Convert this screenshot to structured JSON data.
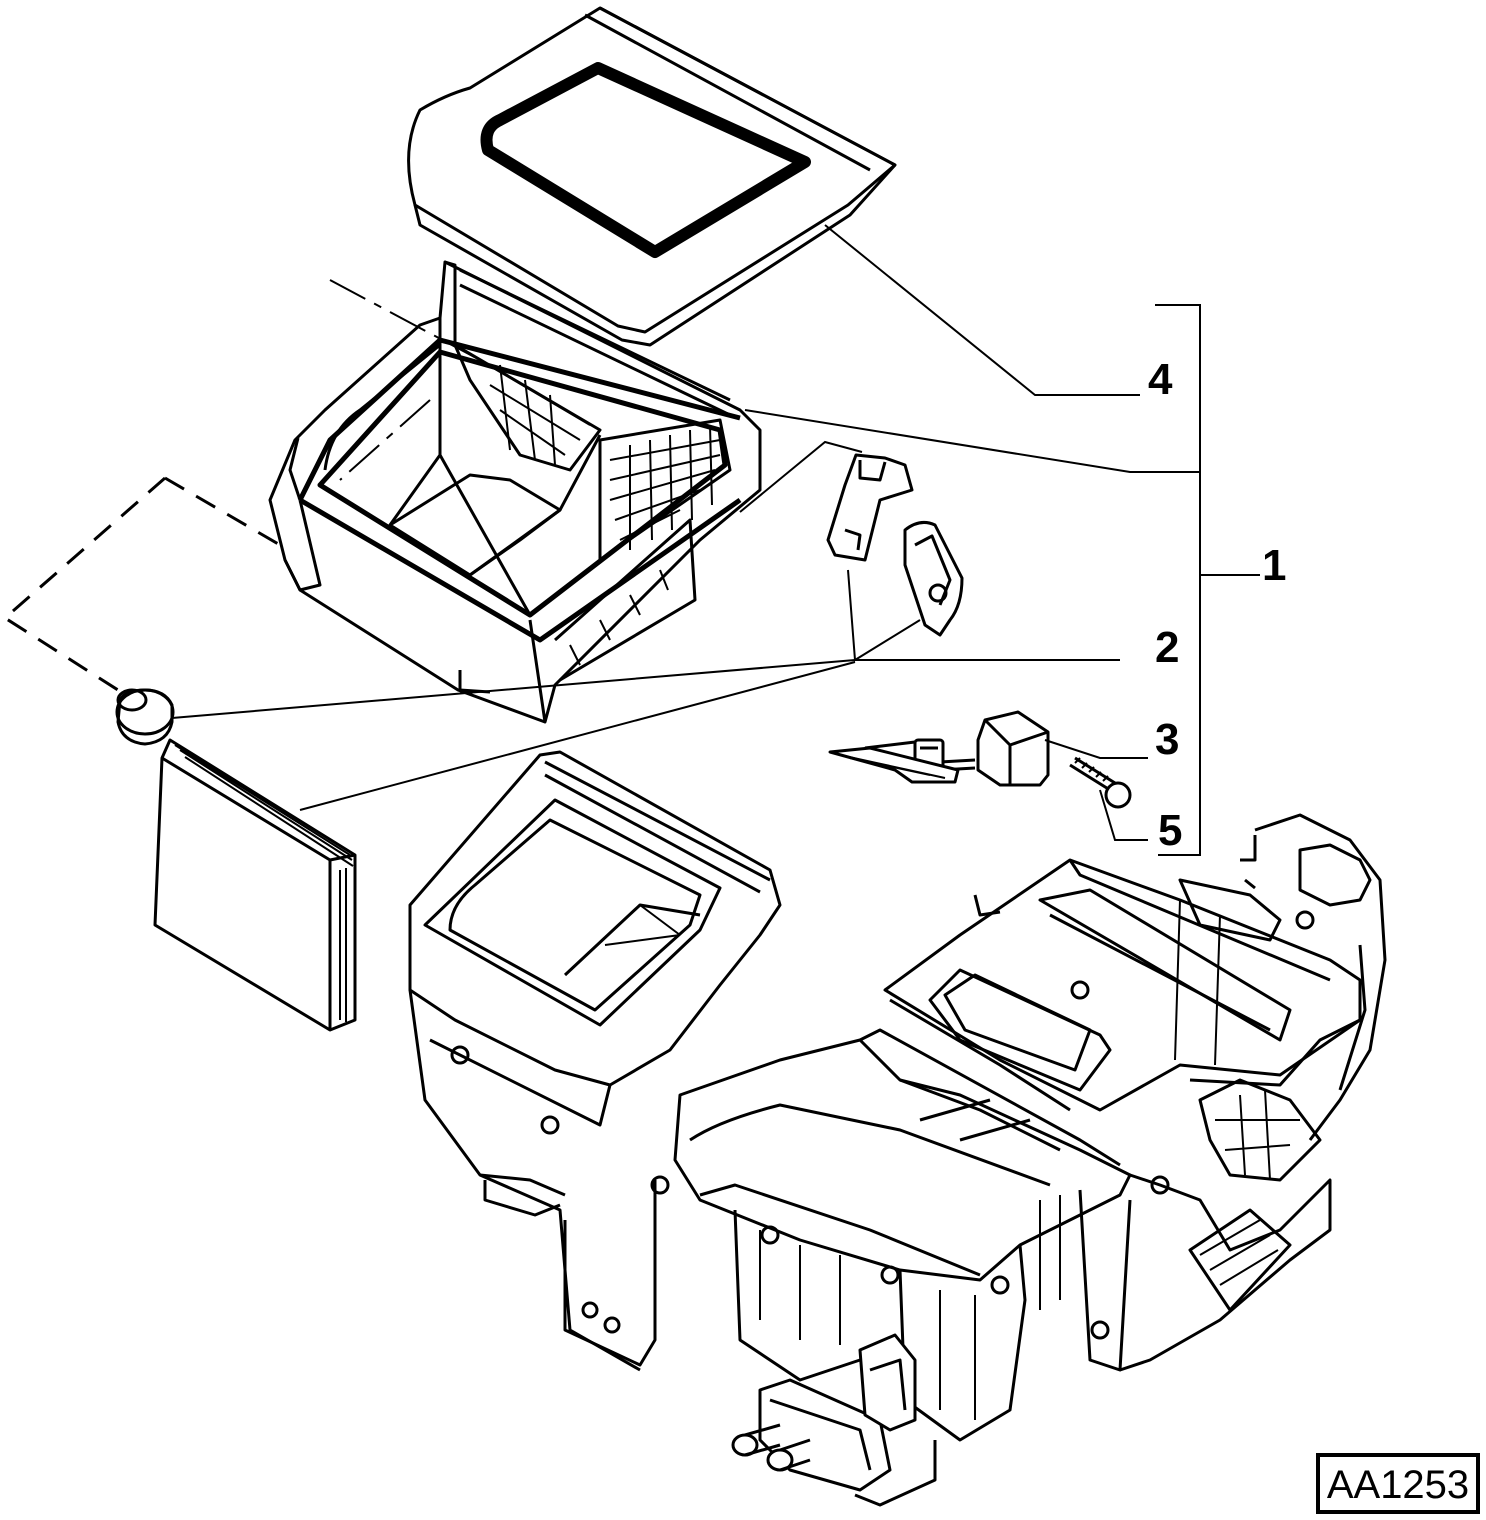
{
  "callouts": [
    {
      "id": "1",
      "label": "1"
    },
    {
      "id": "2",
      "label": "2"
    },
    {
      "id": "3",
      "label": "3"
    },
    {
      "id": "4",
      "label": "4"
    },
    {
      "id": "5",
      "label": "5"
    }
  ],
  "drawing_code": "AA1253"
}
